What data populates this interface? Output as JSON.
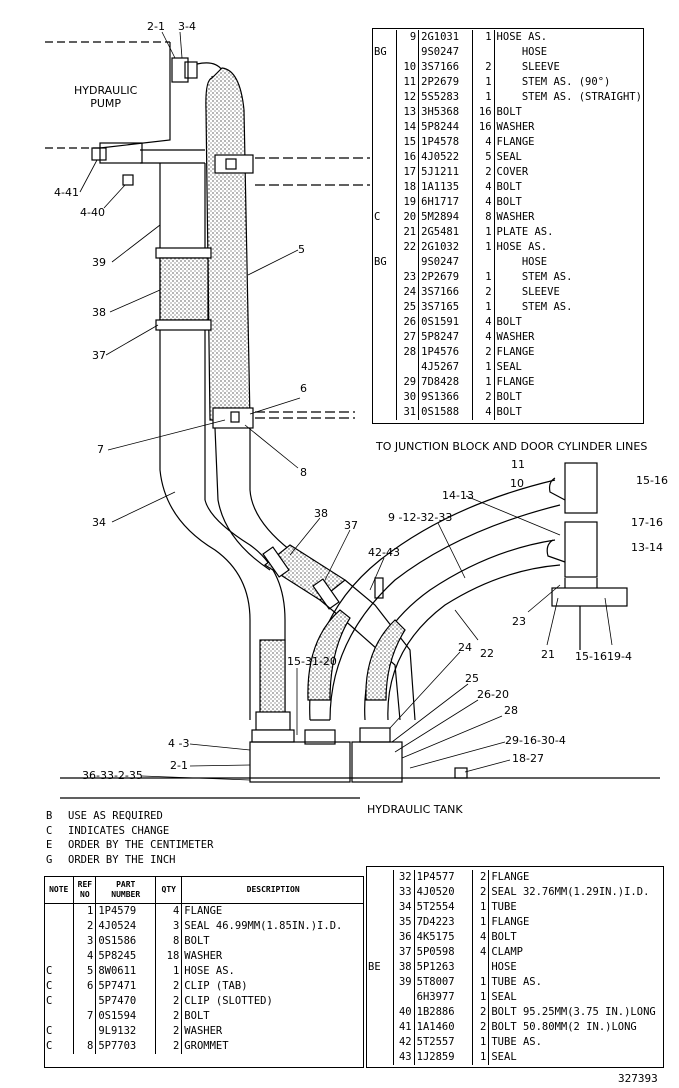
{
  "labels": {
    "hydraulic_pump": "HYDRAULIC\nPUMP",
    "hydraulic_tank": "HYDRAULIC TANK",
    "to_junction": "TO JUNCTION BLOCK AND DOOR CYLINDER LINES",
    "figure_number": "327393",
    "callouts": [
      "2-1",
      "3-4",
      "4-41",
      "4-40",
      "39",
      "38",
      "37",
      "5",
      "6",
      "7",
      "8",
      "34",
      "38",
      "37",
      "42-43",
      "9 -12-32-33",
      "14-13",
      "11",
      "10",
      "15-16",
      "17-16",
      "13-14",
      "23",
      "21",
      "15-16",
      "19-4",
      "22",
      "15-31-20",
      "24",
      "25",
      "26-20",
      "28",
      "29-16-30-4",
      "18-27",
      "4 -3",
      "2-1",
      "36-33-2-35"
    ]
  },
  "notes": [
    {
      "key": "B",
      "text": "USE AS REQUIRED"
    },
    {
      "key": "C",
      "text": "INDICATES CHANGE"
    },
    {
      "key": "E",
      "text": "ORDER BY THE CENTIMETER"
    },
    {
      "key": "G",
      "text": "ORDER BY THE INCH"
    }
  ],
  "table_top": [
    {
      "note": "",
      "ref": "9",
      "part": "2G1031",
      "qty": "1",
      "desc": "HOSE AS."
    },
    {
      "note": "BG",
      "ref": "",
      "part": "9S0247",
      "qty": "",
      "desc": "    HOSE"
    },
    {
      "note": "",
      "ref": "10",
      "part": "3S7166",
      "qty": "2",
      "desc": "    SLEEVE"
    },
    {
      "note": "",
      "ref": "11",
      "part": "2P2679",
      "qty": "1",
      "desc": "    STEM AS. (90°)"
    },
    {
      "note": "",
      "ref": "12",
      "part": "5S5283",
      "qty": "1",
      "desc": "    STEM AS. (STRAIGHT)"
    },
    {
      "note": "",
      "ref": "13",
      "part": "3H5368",
      "qty": "16",
      "desc": "BOLT"
    },
    {
      "note": "",
      "ref": "14",
      "part": "5P8244",
      "qty": "16",
      "desc": "WASHER"
    },
    {
      "note": "",
      "ref": "15",
      "part": "1P4578",
      "qty": "4",
      "desc": "FLANGE"
    },
    {
      "note": "",
      "ref": "16",
      "part": "4J0522",
      "qty": "5",
      "desc": "SEAL"
    },
    {
      "note": "",
      "ref": "17",
      "part": "5J1211",
      "qty": "2",
      "desc": "COVER"
    },
    {
      "note": "",
      "ref": "18",
      "part": "1A1135",
      "qty": "4",
      "desc": "BOLT"
    },
    {
      "note": "",
      "ref": "19",
      "part": "6H1717",
      "qty": "4",
      "desc": "BOLT"
    },
    {
      "note": "C",
      "ref": "20",
      "part": "5M2894",
      "qty": "8",
      "desc": "WASHER"
    },
    {
      "note": "",
      "ref": "21",
      "part": "2G5481",
      "qty": "1",
      "desc": "PLATE AS."
    },
    {
      "note": "",
      "ref": "22",
      "part": "2G1032",
      "qty": "1",
      "desc": "HOSE AS."
    },
    {
      "note": "BG",
      "ref": "",
      "part": "9S0247",
      "qty": "",
      "desc": "    HOSE"
    },
    {
      "note": "",
      "ref": "23",
      "part": "2P2679",
      "qty": "1",
      "desc": "    STEM AS."
    },
    {
      "note": "",
      "ref": "24",
      "part": "3S7166",
      "qty": "2",
      "desc": "    SLEEVE"
    },
    {
      "note": "",
      "ref": "25",
      "part": "3S7165",
      "qty": "1",
      "desc": "    STEM AS."
    },
    {
      "note": "",
      "ref": "26",
      "part": "0S1591",
      "qty": "4",
      "desc": "BOLT"
    },
    {
      "note": "",
      "ref": "27",
      "part": "5P8247",
      "qty": "4",
      "desc": "WASHER"
    },
    {
      "note": "",
      "ref": "28",
      "part": "1P4576",
      "qty": "2",
      "desc": "FLANGE"
    },
    {
      "note": "",
      "ref": "",
      "part": "4J5267",
      "qty": "1",
      "desc": "SEAL"
    },
    {
      "note": "",
      "ref": "29",
      "part": "7D8428",
      "qty": "1",
      "desc": "FLANGE"
    },
    {
      "note": "",
      "ref": "30",
      "part": "9S1366",
      "qty": "2",
      "desc": "BOLT"
    },
    {
      "note": "",
      "ref": "31",
      "part": "0S1588",
      "qty": "4",
      "desc": "BOLT"
    }
  ],
  "table_left_headers": {
    "note": "NOTE",
    "ref": "REF\nNO",
    "part": "PART\nNUMBER",
    "qty": "QTY",
    "desc": "DESCRIPTION"
  },
  "table_left": [
    {
      "note": "",
      "ref": "1",
      "part": "1P4579",
      "qty": "4",
      "desc": "FLANGE"
    },
    {
      "note": "",
      "ref": "2",
      "part": "4J0524",
      "qty": "3",
      "desc": "SEAL 46.99MM(1.85IN.)I.D."
    },
    {
      "note": "",
      "ref": "3",
      "part": "0S1586",
      "qty": "8",
      "desc": "BOLT"
    },
    {
      "note": "",
      "ref": "4",
      "part": "5P8245",
      "qty": "18",
      "desc": "WASHER"
    },
    {
      "note": "C",
      "ref": "5",
      "part": "8W0611",
      "qty": "1",
      "desc": "HOSE AS."
    },
    {
      "note": "C",
      "ref": "6",
      "part": "5P7471",
      "qty": "2",
      "desc": "CLIP (TAB)"
    },
    {
      "note": "C",
      "ref": "",
      "part": "5P7470",
      "qty": "2",
      "desc": "CLIP (SLOTTED)"
    },
    {
      "note": "",
      "ref": "7",
      "part": "0S1594",
      "qty": "2",
      "desc": "BOLT"
    },
    {
      "note": "C",
      "ref": "",
      "part": "9L9132",
      "qty": "2",
      "desc": "WASHER"
    },
    {
      "note": "C",
      "ref": "8",
      "part": "5P7703",
      "qty": "2",
      "desc": "GROMMET"
    }
  ],
  "table_right": [
    {
      "note": "",
      "ref": "32",
      "part": "1P4577",
      "qty": "2",
      "desc": "FLANGE"
    },
    {
      "note": "",
      "ref": "33",
      "part": "4J0520",
      "qty": "2",
      "desc": "SEAL 32.76MM(1.29IN.)I.D."
    },
    {
      "note": "",
      "ref": "34",
      "part": "5T2554",
      "qty": "1",
      "desc": "TUBE"
    },
    {
      "note": "",
      "ref": "35",
      "part": "7D4223",
      "qty": "1",
      "desc": "FLANGE"
    },
    {
      "note": "",
      "ref": "36",
      "part": "4K5175",
      "qty": "4",
      "desc": "BOLT"
    },
    {
      "note": "",
      "ref": "37",
      "part": "5P0598",
      "qty": "4",
      "desc": "CLAMP"
    },
    {
      "note": "BE",
      "ref": "38",
      "part": "5P1263",
      "qty": "",
      "desc": "HOSE"
    },
    {
      "note": "",
      "ref": "39",
      "part": "5T8007",
      "qty": "1",
      "desc": "TUBE AS."
    },
    {
      "note": "",
      "ref": "",
      "part": "6H3977",
      "qty": "1",
      "desc": "SEAL"
    },
    {
      "note": "",
      "ref": "40",
      "part": "1B2886",
      "qty": "2",
      "desc": "BOLT 95.25MM(3.75 IN.)LONG"
    },
    {
      "note": "",
      "ref": "41",
      "part": "1A1460",
      "qty": "2",
      "desc": "BOLT 50.80MM(2 IN.)LONG"
    },
    {
      "note": "",
      "ref": "42",
      "part": "5T2557",
      "qty": "1",
      "desc": "TUBE AS."
    },
    {
      "note": "",
      "ref": "43",
      "part": "1J2859",
      "qty": "1",
      "desc": "SEAL"
    }
  ]
}
